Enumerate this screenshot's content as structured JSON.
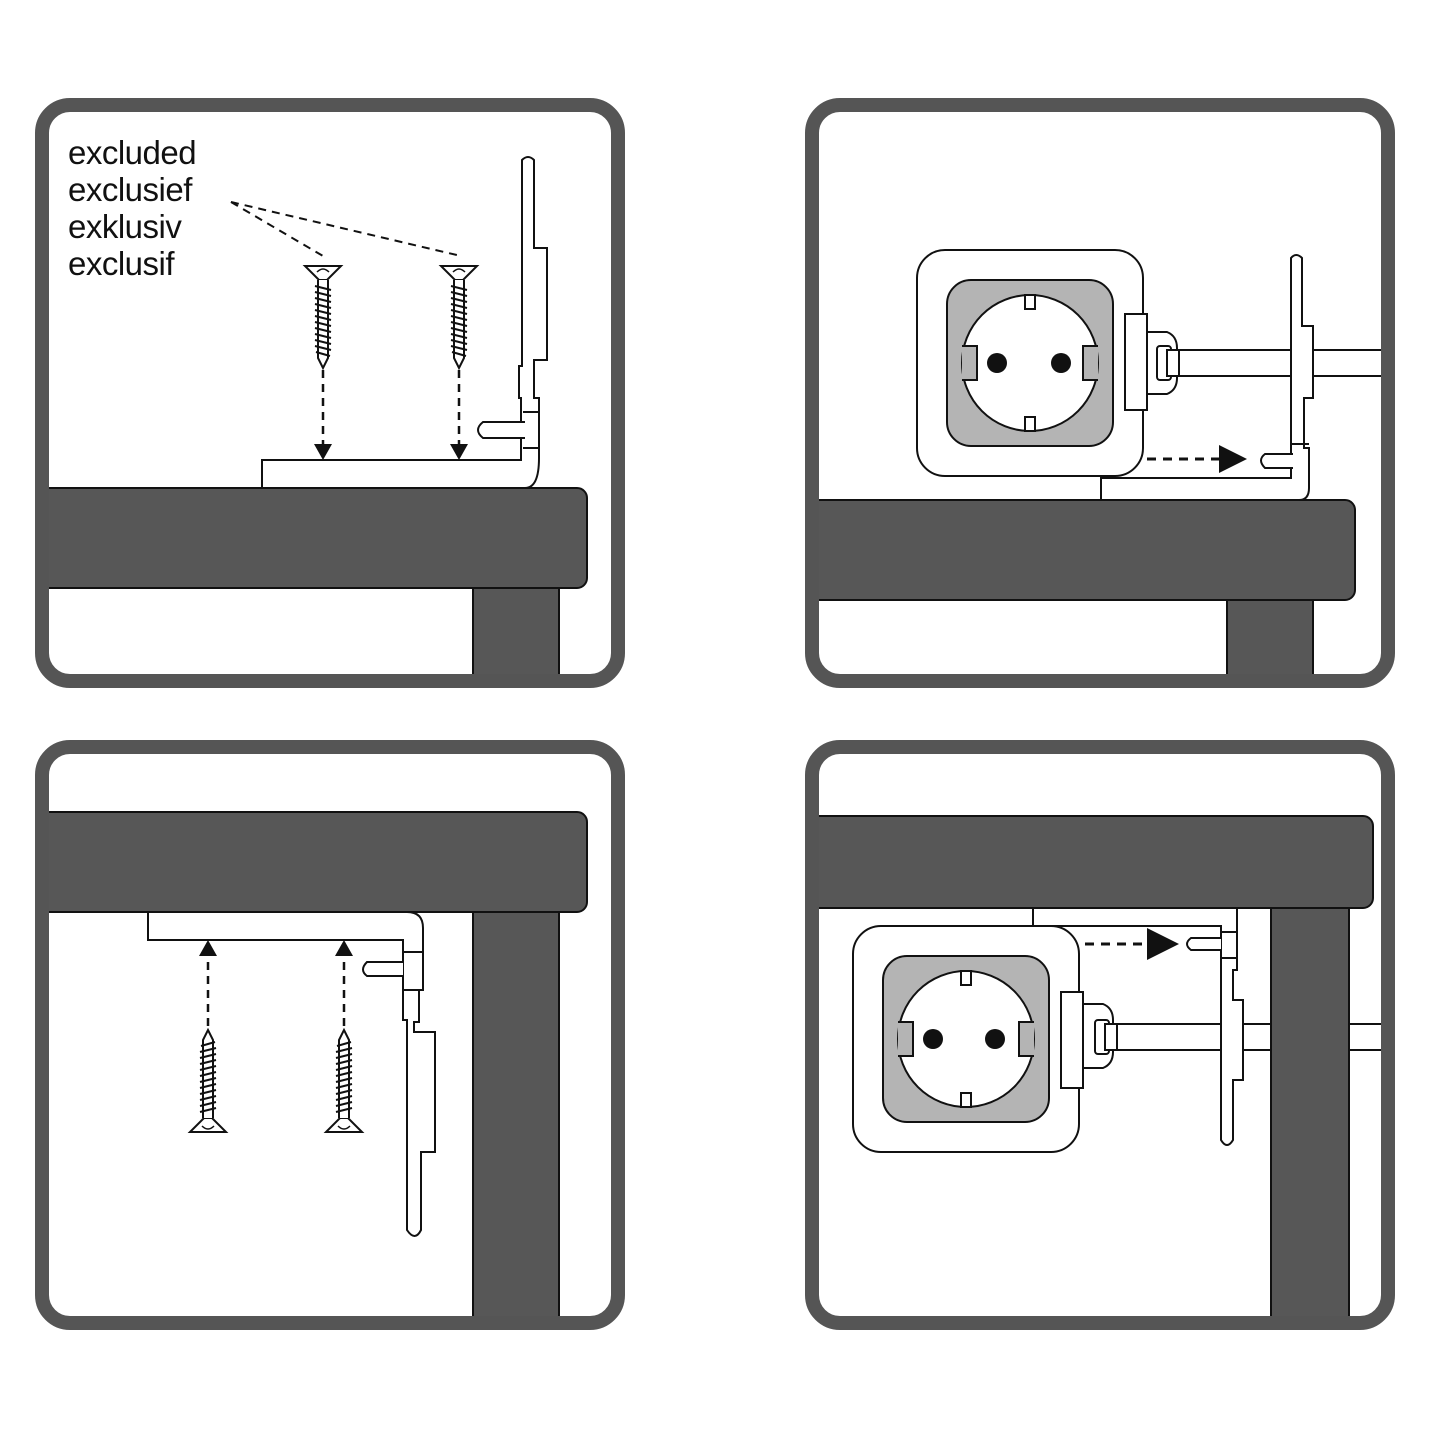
{
  "panel_1": {
    "note_lines": [
      "excluded",
      "exclusief",
      "exklusiv",
      "exclusif"
    ]
  },
  "colors": {
    "frame": "#555555",
    "wood": "#575757",
    "socket_face": "#b4b4b4",
    "line": "#111111",
    "background": "#ffffff"
  },
  "icons": [
    "screw-icon",
    "arrow-icon",
    "socket-icon",
    "plug-icon",
    "bracket-icon",
    "desk-icon"
  ]
}
